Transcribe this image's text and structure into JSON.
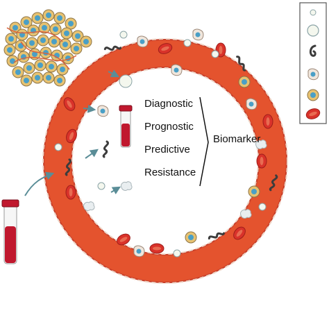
{
  "labels": {
    "categories": [
      "Diagnostic",
      "Prognostic",
      "Predictive",
      "Resistance"
    ],
    "output": "Biomarker"
  },
  "legend": {
    "items": [
      {
        "icon": "vesicle-icon"
      },
      {
        "icon": "cell-free-dna-icon"
      },
      {
        "icon": "circulating-tumor-cell-icon"
      },
      {
        "icon": "white-blood-cell-icon"
      },
      {
        "icon": "red-blood-cell-icon"
      }
    ]
  },
  "colors": {
    "vessel": "#e4532e",
    "vessel_edge": "#c8402a",
    "rbc": "#d9322a",
    "tumor_cell": "#e7c271",
    "nucleus": "#4a9fc6",
    "dna": "#3c3c3c",
    "tube_blood": "#c0182e"
  }
}
